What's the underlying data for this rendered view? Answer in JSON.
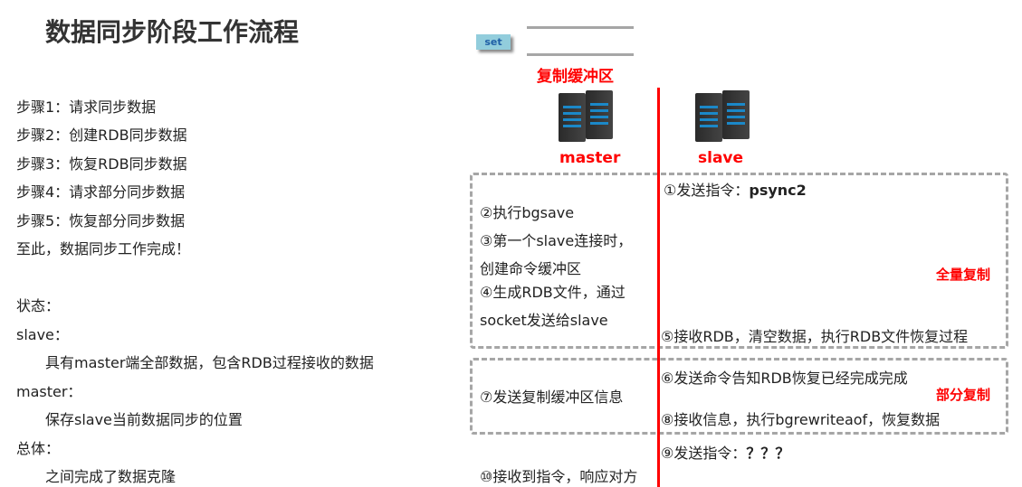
{
  "title": "数据同步阶段工作流程",
  "steps": [
    "步骤1：请求同步数据",
    "步骤2：创建RDB同步数据",
    "步骤3：恢复RDB同步数据",
    "步骤4：请求部分同步数据",
    "步骤5：恢复部分同步数据",
    "至此，数据同步工作完成！"
  ],
  "state": {
    "label": "状态：",
    "slave_label": "slave：",
    "slave_desc": "具有master端全部数据，包含RDB过程接收的数据",
    "master_label": "master：",
    "master_desc": "保存slave当前数据同步的位置",
    "overall_label": "总体：",
    "overall_desc": "之间完成了数据克隆"
  },
  "diagram": {
    "set_label": "set",
    "buffer_label": "复制缓冲区",
    "master_label": "master",
    "slave_label": "slave",
    "full_label": "全量复制",
    "partial_label": "部分复制",
    "s1": "①发送指令：",
    "s1b": "psync2",
    "s2": "②执行bgsave",
    "s3a": "③第一个slave连接时，",
    "s3b": "创建命令缓冲区",
    "s4a": "④生成RDB文件，通过",
    "s4b": "socket发送给slave",
    "s5": "⑤接收RDB，清空数据，执行RDB文件恢复过程",
    "s6": "⑥发送命令告知RDB恢复已经完成完成",
    "s7": "⑦发送复制缓冲区信息",
    "s8": "⑧接收信息，执行bgrewriteaof，恢复数据",
    "s9": "⑨发送指令：",
    "s9b": "？？？",
    "s10": "⑩接收到指令，响应对方",
    "accent": "#ff0000"
  }
}
